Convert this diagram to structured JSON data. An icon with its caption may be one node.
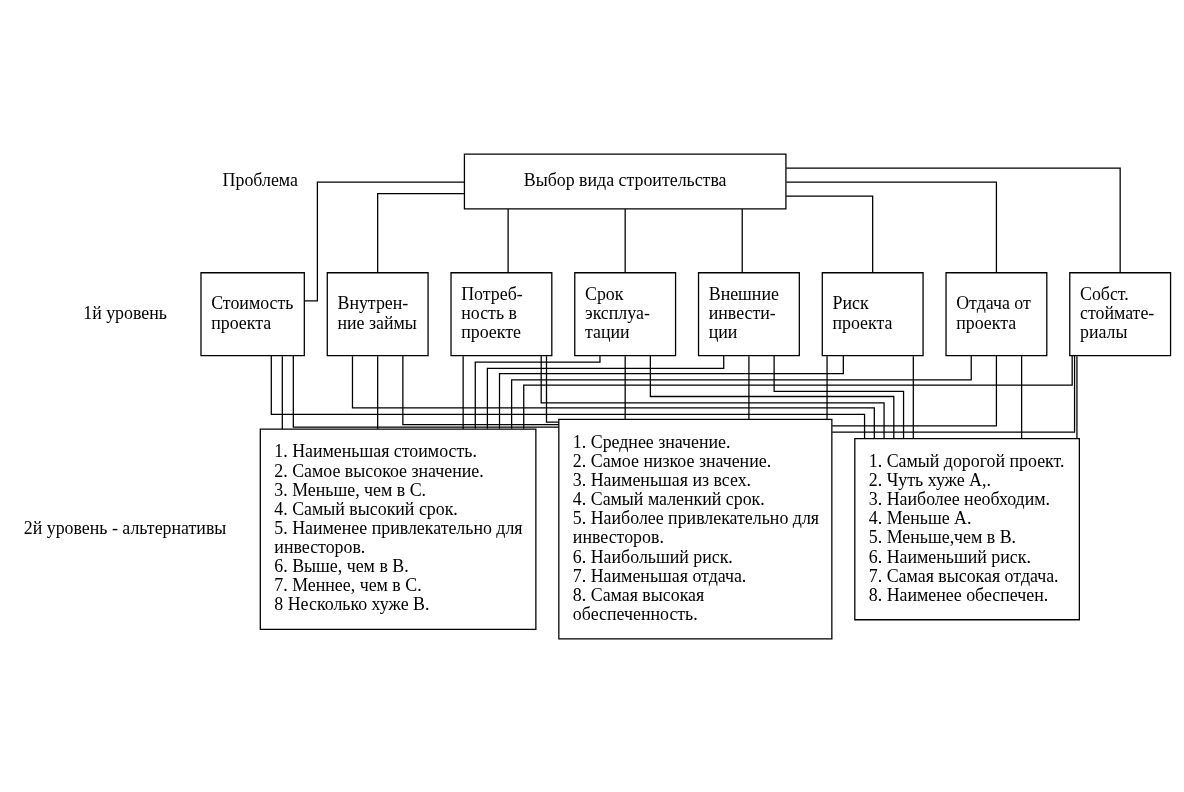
{
  "diagram": {
    "nodes": [
      {
        "text": [
          "Выбор вида строительства"
        ]
      },
      {
        "text": [
          "Стоимость проекта"
        ]
      },
      {
        "text": [
          "Внутрен- ние займы"
        ]
      },
      {
        "text": [
          "Потреб- ность в проекте"
        ]
      },
      {
        "text": [
          "Срок эксплуа- тации"
        ]
      },
      {
        "text": [
          "Внешние инвести- ции"
        ]
      },
      {
        "text": [
          "Риск проекта"
        ]
      },
      {
        "text": [
          "Отдача от проекта"
        ]
      },
      {
        "text": [
          "Собст. стоймате- риалы"
        ]
      },
      {
        "text": [
          "1. Наименьшая стоимость.",
          "2. Самое высокое значение.",
          "3. Меньше, чем в С.",
          "4. Самый высокий срок.",
          "5. Наименее привлекательно для инвесторов.",
          "6. Выше, чем в В.",
          "7. Меннее, чем в С.",
          "8 Несколько хуже В."
        ]
      },
      {
        "text": [
          "1. Среднее значение.",
          "2. Самое низкое значение.",
          "3. Наименьшая из всех.",
          "4. Самый маленкий срок.",
          "5. Наиболее привлекательно для инвесторов.",
          "6. Наибольший риск.",
          "7. Наименьшая отдача.",
          "8. Самая высокая обеспеченность."
        ]
      },
      {
        "text": [
          "1. Самый дорогой проект.",
          "2. Чуть хуже А,.",
          "3. Наиболее необходим.",
          "4. Меньше А.",
          "5. Меньше,чем в В.",
          "6. Наименьший риск.",
          "7. Самая высокая отдача.",
          "8. Наименее обеспечен."
        ]
      }
    ],
    "edges": [
      {
        "from": 0,
        "to": 1,
        "arrow": "none"
      },
      {
        "from": 0,
        "to": 2,
        "arrow": "none"
      },
      {
        "from": 0,
        "to": 3,
        "arrow": "none"
      },
      {
        "from": 0,
        "to": 4,
        "arrow": "none"
      },
      {
        "from": 0,
        "to": 5,
        "arrow": "none"
      },
      {
        "from": 0,
        "to": 6,
        "arrow": "none"
      },
      {
        "from": 0,
        "to": 7,
        "arrow": "none"
      },
      {
        "from": 0,
        "to": 8,
        "arrow": "none"
      },
      {
        "from": 1,
        "to": 9,
        "arrow": "none"
      },
      {
        "from": 1,
        "to": 10,
        "arrow": "none"
      },
      {
        "from": 1,
        "to": 11,
        "arrow": "none"
      },
      {
        "from": 2,
        "to": 9,
        "arrow": "none"
      },
      {
        "from": 2,
        "to": 10,
        "arrow": "none"
      },
      {
        "from": 2,
        "to": 11,
        "arrow": "none"
      },
      {
        "from": 3,
        "to": 9,
        "arrow": "none"
      },
      {
        "from": 3,
        "to": 10,
        "arrow": "none"
      },
      {
        "from": 3,
        "to": 11,
        "arrow": "none"
      },
      {
        "from": 4,
        "to": 9,
        "arrow": "none"
      },
      {
        "from": 4,
        "to": 10,
        "arrow": "none"
      },
      {
        "from": 4,
        "to": 11,
        "arrow": "none"
      },
      {
        "from": 5,
        "to": 9,
        "arrow": "none"
      },
      {
        "from": 5,
        "to": 10,
        "arrow": "none"
      },
      {
        "from": 5,
        "to": 11,
        "arrow": "none"
      },
      {
        "from": 6,
        "to": 9,
        "arrow": "none"
      },
      {
        "from": 6,
        "to": 10,
        "arrow": "none"
      },
      {
        "from": 6,
        "to": 11,
        "arrow": "none"
      },
      {
        "from": 7,
        "to": 9,
        "arrow": "none"
      },
      {
        "from": 7,
        "to": 10,
        "arrow": "none"
      },
      {
        "from": 7,
        "to": 11,
        "arrow": "none"
      },
      {
        "from": 8,
        "to": 9,
        "arrow": "none"
      },
      {
        "from": 8,
        "to": 10,
        "arrow": "none"
      },
      {
        "from": 8,
        "to": 11,
        "arrow": "none"
      }
    ],
    "labels": [
      "Проблема",
      "1й уровень",
      "2й уровень - альтернативы"
    ]
  }
}
